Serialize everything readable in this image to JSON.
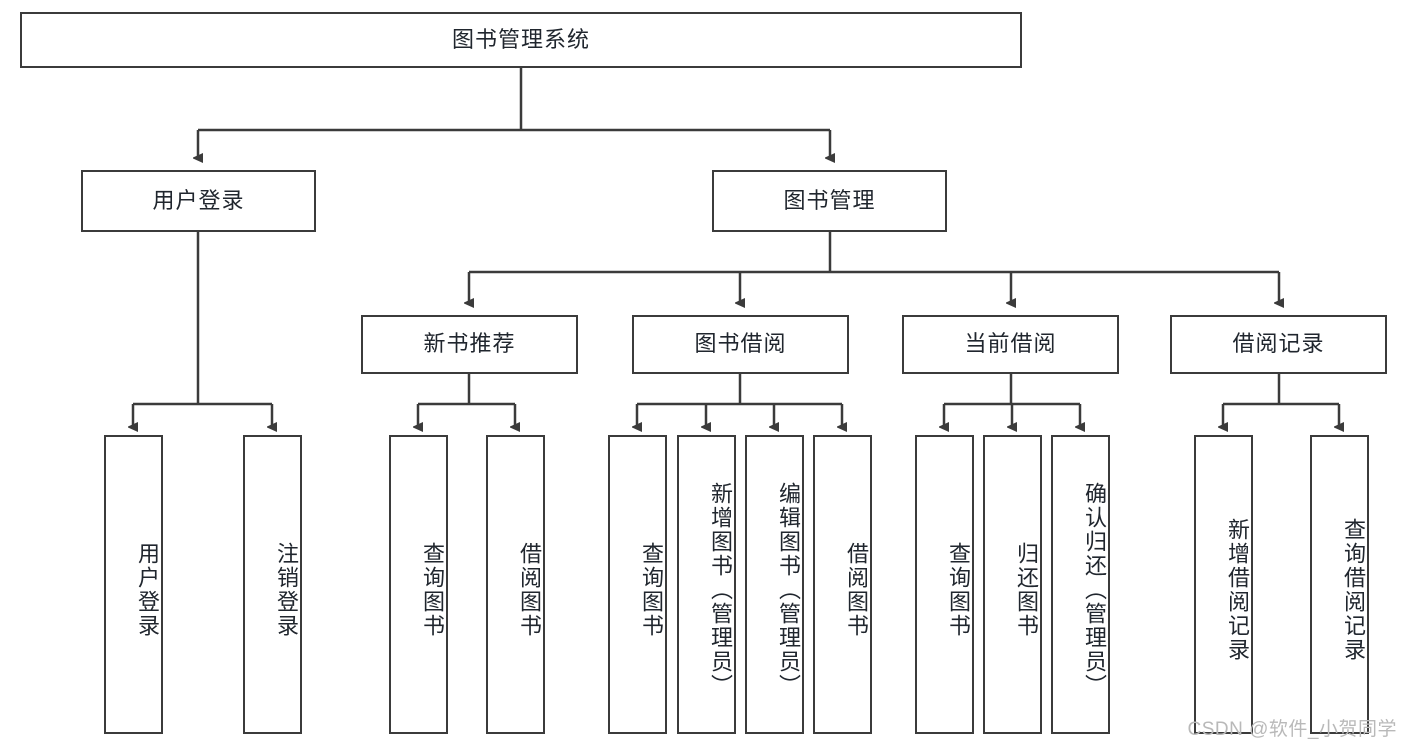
{
  "diagram": {
    "title": "图书管理系统",
    "type": "tree",
    "orientation": "top-down",
    "colors": {
      "box_border": "#3b3b3b",
      "box_fill": "#ffffff",
      "connector": "#3b3b3b",
      "text": "#20262e",
      "watermark": "#b9b9b9",
      "background": "#ffffff"
    },
    "levels": [
      {
        "level": 1,
        "nodes": [
          {
            "id": "root",
            "label": "图书管理系统",
            "orientation": "horizontal"
          }
        ]
      },
      {
        "level": 2,
        "nodes": [
          {
            "id": "login",
            "label": "用户登录",
            "orientation": "horizontal",
            "parent": "root"
          },
          {
            "id": "bookmgmt",
            "label": "图书管理",
            "orientation": "horizontal",
            "parent": "root"
          }
        ]
      },
      {
        "level": 3,
        "nodes": [
          {
            "id": "newbook",
            "label": "新书推荐",
            "orientation": "horizontal",
            "parent": "bookmgmt"
          },
          {
            "id": "borrow",
            "label": "图书借阅",
            "orientation": "horizontal",
            "parent": "bookmgmt"
          },
          {
            "id": "current",
            "label": "当前借阅",
            "orientation": "horizontal",
            "parent": "bookmgmt"
          },
          {
            "id": "records",
            "label": "借阅记录",
            "orientation": "horizontal",
            "parent": "bookmgmt"
          }
        ]
      },
      {
        "level": 4,
        "nodes": [
          {
            "id": "leaf-user-login",
            "label": "用户登录",
            "orientation": "vertical",
            "parent": "login"
          },
          {
            "id": "leaf-user-logout",
            "label": "注销登录",
            "orientation": "vertical",
            "parent": "login"
          },
          {
            "id": "leaf-newbook-query",
            "label": "查询图书",
            "orientation": "vertical",
            "parent": "newbook"
          },
          {
            "id": "leaf-newbook-borrow",
            "label": "借阅图书",
            "orientation": "vertical",
            "parent": "newbook"
          },
          {
            "id": "leaf-borrow-query",
            "label": "查询图书",
            "orientation": "vertical",
            "parent": "borrow"
          },
          {
            "id": "leaf-borrow-add",
            "label": "新增图书（管理员）",
            "orientation": "vertical",
            "parent": "borrow"
          },
          {
            "id": "leaf-borrow-edit",
            "label": "编辑图书（管理员）",
            "orientation": "vertical",
            "parent": "borrow"
          },
          {
            "id": "leaf-borrow-lend",
            "label": "借阅图书",
            "orientation": "vertical",
            "parent": "borrow"
          },
          {
            "id": "leaf-current-query",
            "label": "查询图书",
            "orientation": "vertical",
            "parent": "current"
          },
          {
            "id": "leaf-current-return",
            "label": "归还图书",
            "orientation": "vertical",
            "parent": "current"
          },
          {
            "id": "leaf-current-confirm",
            "label": "确认归还（管理员）",
            "orientation": "vertical",
            "parent": "current"
          },
          {
            "id": "leaf-records-add",
            "label": "新增借阅记录",
            "orientation": "vertical",
            "parent": "records"
          },
          {
            "id": "leaf-records-query",
            "label": "查询借阅记录",
            "orientation": "vertical",
            "parent": "records"
          }
        ]
      }
    ],
    "watermark": "CSDN @软件_小贺同学"
  }
}
